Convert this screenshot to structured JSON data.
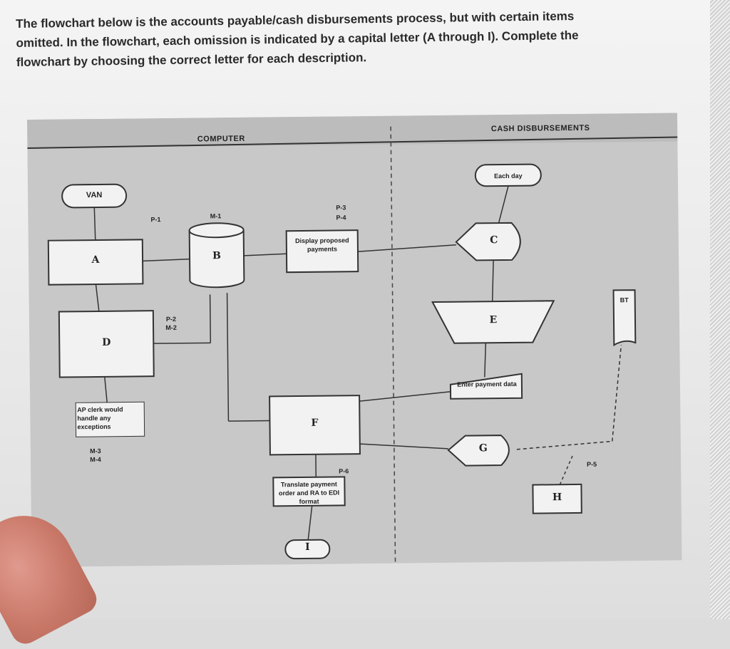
{
  "intro": {
    "line1": "The flowchart below is the accounts payable/cash disbursements process, but with certain items",
    "line2": "omitted. In the flowchart, each omission is indicated by a capital letter (A through I). Complete the",
    "line3": "flowchart by choosing the correct letter for each description."
  },
  "lanes": {
    "computer": "COMPUTER",
    "cash": "CASH DISBURSEMENTS"
  },
  "nodes": {
    "van": "VAN",
    "a": "A",
    "b": "B",
    "display": "Display proposed payments",
    "c": "C",
    "d": "D",
    "e": "E",
    "bt": "BT",
    "ap_clerk": "AP clerk would handle any exceptions",
    "enter": "Enter payment data",
    "f": "F",
    "g": "G",
    "translate": "Translate payment order and RA to EDI format",
    "h": "H",
    "i": "I",
    "each_day": "Each day"
  },
  "refs": {
    "p1": "P-1",
    "m1": "M-1",
    "p3": "P-3",
    "p4": "P-4",
    "p2": "P-2",
    "m2": "M-2",
    "m3": "M-3",
    "m4": "M-4",
    "p6": "P-6",
    "p5": "P-5"
  }
}
